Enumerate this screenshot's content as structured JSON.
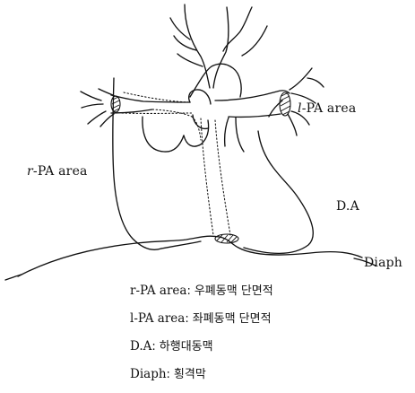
{
  "labels": {
    "l_pa": {
      "prefix": "l",
      "rest": "-PA area"
    },
    "r_pa": {
      "prefix": "r",
      "rest": "-PA area"
    },
    "da": "D.A",
    "diaph": "Diaph"
  },
  "legend": [
    {
      "term": "r-PA area",
      "separator": ":",
      "definition": "우폐동맥 단면적"
    },
    {
      "term": "l-PA area",
      "separator": ":",
      "definition": "좌폐동맥 단면적"
    },
    {
      "term": "D.A",
      "separator": ":",
      "definition": "하행대동맥"
    },
    {
      "term": "Diaph",
      "separator": ":",
      "definition": "횡격막"
    }
  ],
  "colors": {
    "ink": "#111111",
    "background": "#ffffff"
  }
}
